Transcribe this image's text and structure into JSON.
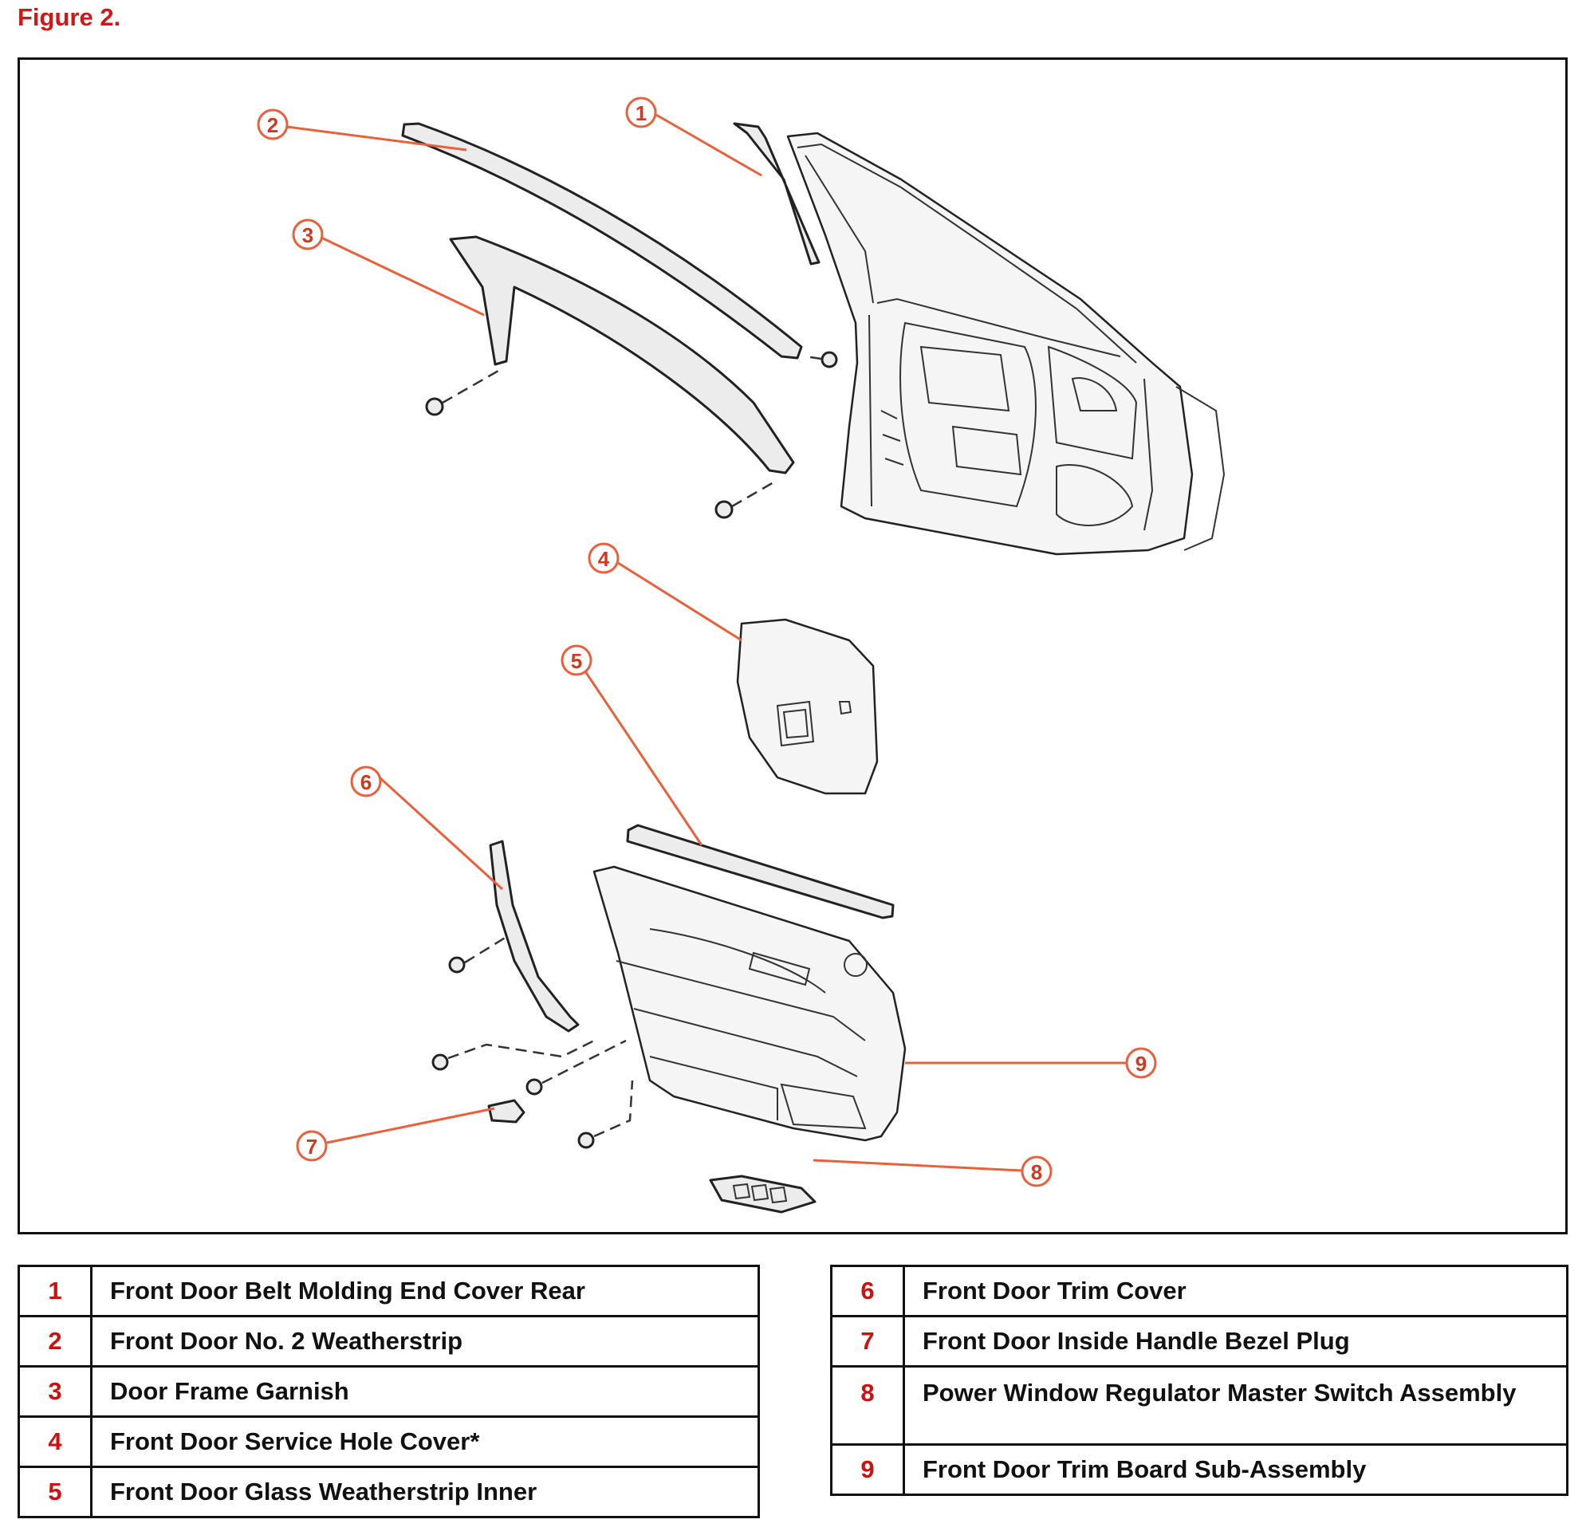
{
  "figure": {
    "title": "Figure 2."
  },
  "callouts": [
    "1",
    "2",
    "3",
    "4",
    "5",
    "6",
    "7",
    "8",
    "9"
  ],
  "colors": {
    "accent_red": "#d01818",
    "leader_orange": "#e8603c",
    "border": "#111111"
  },
  "legend": {
    "left": [
      {
        "num": "1",
        "label": "Front Door Belt Molding End Cover Rear"
      },
      {
        "num": "2",
        "label": "Front Door No. 2 Weatherstrip"
      },
      {
        "num": "3",
        "label": "Door Frame Garnish"
      },
      {
        "num": "4",
        "label": "Front Door Service Hole Cover*"
      },
      {
        "num": "5",
        "label": "Front Door Glass Weatherstrip Inner"
      }
    ],
    "right": [
      {
        "num": "6",
        "label": "Front Door Trim Cover"
      },
      {
        "num": "7",
        "label": "Front Door Inside Handle Bezel Plug"
      },
      {
        "num": "8",
        "label": "Power Window Regulator Master Switch Assembly"
      },
      {
        "num": "9",
        "label": "Front Door Trim Board Sub-Assembly"
      }
    ]
  }
}
